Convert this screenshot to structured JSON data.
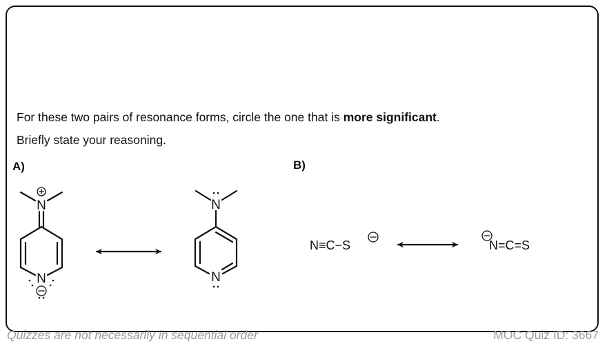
{
  "question": {
    "line1_prefix": "For these two pairs of resonance forms, circle the one that is ",
    "line1_bold": "more significant",
    "line1_suffix": ".",
    "line2": "Briefly state your reasoning."
  },
  "parts": {
    "a_label": "A)",
    "b_label": "B)"
  },
  "molecules": {
    "a_left": {
      "amine_n": "N",
      "ring_n": "N",
      "charge_plus": "+",
      "charge_minus": "−"
    },
    "a_right": {
      "amine_n": "N",
      "ring_n": "N"
    },
    "b_left": {
      "formula": "N≡C−S",
      "charge": "−"
    },
    "b_right": {
      "formula": "N=C=S",
      "charge": "−"
    }
  },
  "footer": {
    "left": "Quizzes are not necessarily in sequential order",
    "right": "MOC Quiz ID: 3667"
  }
}
